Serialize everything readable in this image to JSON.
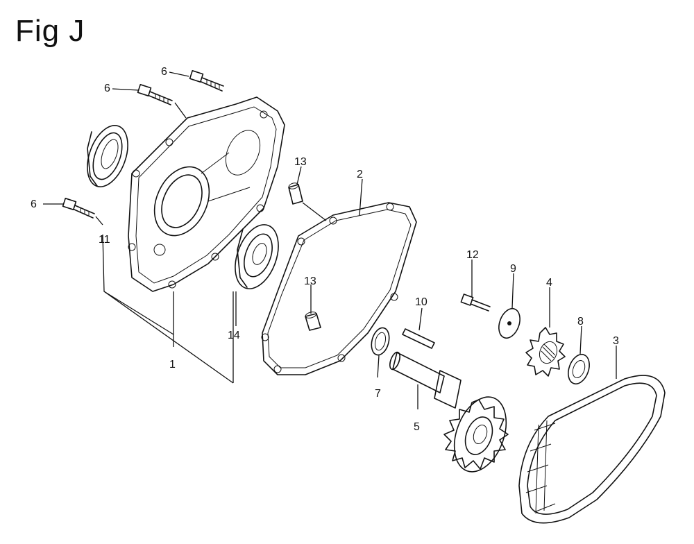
{
  "figure": {
    "title": "Fig J"
  },
  "callouts": {
    "c1": "1",
    "c2": "2",
    "c3": "3",
    "c4": "4",
    "c5": "5",
    "c6a": "6",
    "c6b": "6",
    "c6c": "6",
    "c7": "7",
    "c8": "8",
    "c9": "9",
    "c10": "10",
    "c11": "11",
    "c12": "12",
    "c13a": "13",
    "c13b": "13",
    "c14": "14"
  }
}
